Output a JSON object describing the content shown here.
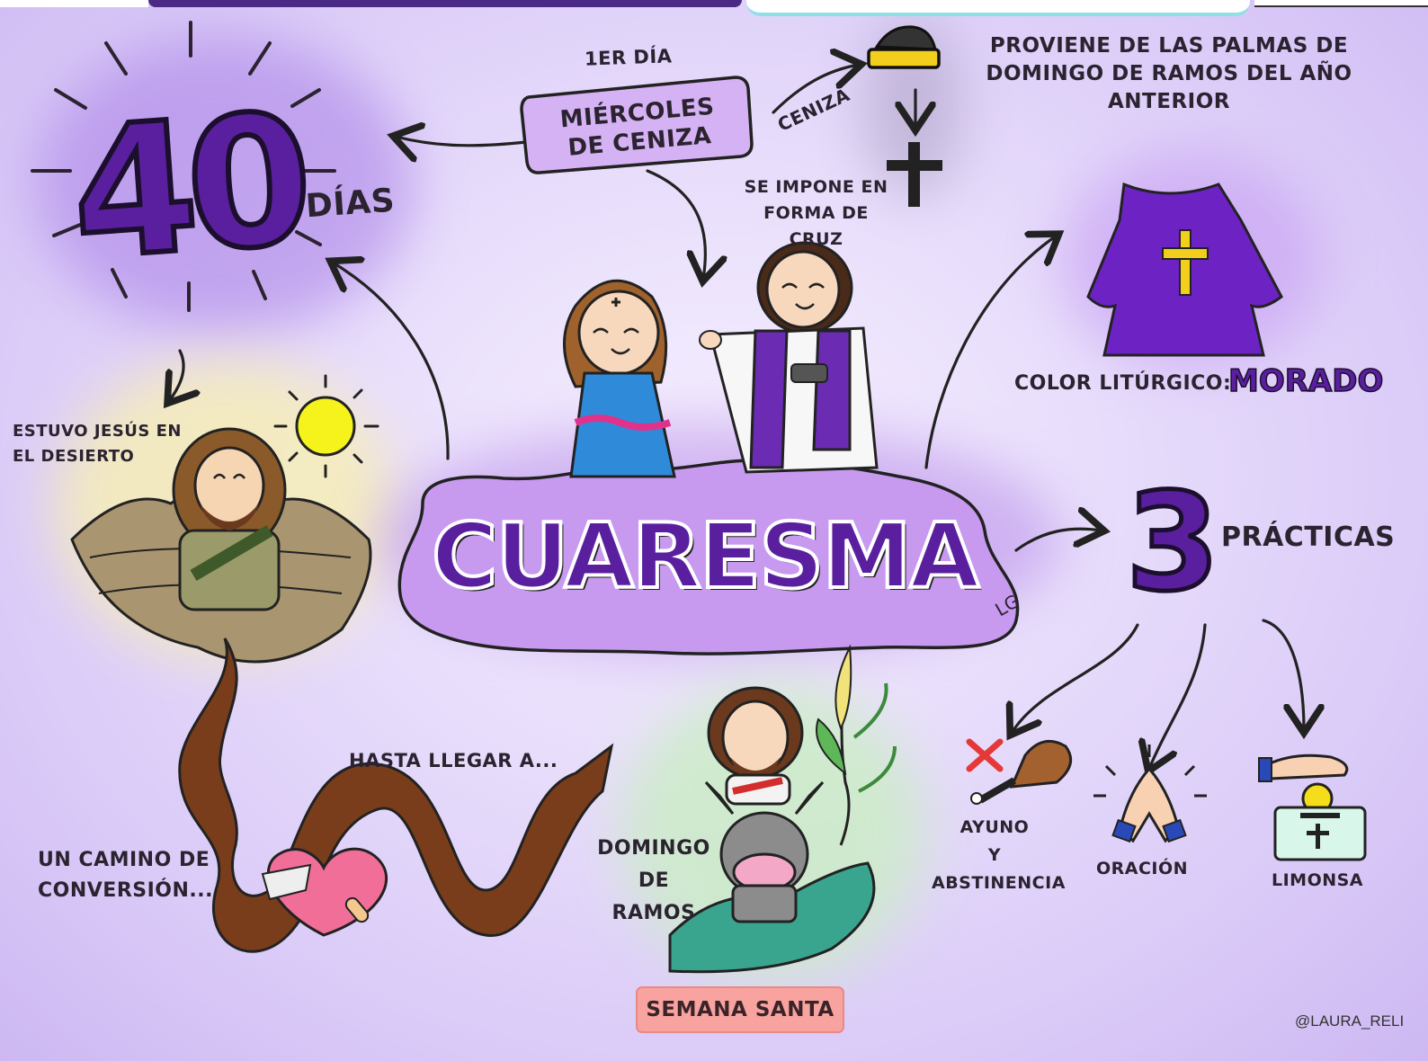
{
  "title": "CUARESMA",
  "first_day_label": "1er día",
  "first_day_box": "Miércoles de Ceniza",
  "ceniza_label": "Ceniza",
  "ashes_origin": "Proviene de las palmas de domingo de ramos del año anterior",
  "cross_imposed": "Se impone en forma de cruz",
  "forty_number": "40",
  "forty_days_label": "Días",
  "desert_label": "Estuvo Jesús en el desierto",
  "liturgical_color_label": "Color litúrgico:",
  "liturgical_color_value": "Morado",
  "practices_number": "3",
  "practices_label": "Prácticas",
  "practices": [
    {
      "label_line1": "Ayuno",
      "label_line2": "y",
      "label_line3": "abstinencia"
    },
    {
      "label_line1": "Oración"
    },
    {
      "label_line1": "Limonsa"
    }
  ],
  "path_label": "Un camino de conversión...",
  "until_label": "Hasta llegar a...",
  "palm_sunday_label": "Domingo de Ramos",
  "holy_week_label": "Semana Santa",
  "credit": "@LAURA_RELI",
  "signature": "LG",
  "colors": {
    "purple": "#5a1f9e",
    "purple_light": "#b98be8",
    "box_bg": "#d9b8f7",
    "holy_week_bg": "#f6a5a2",
    "brown": "#6b3a1e"
  },
  "icons": [
    "sun-icon",
    "cross-icon",
    "ash-bowl-icon",
    "chasuble-icon",
    "heart-icon",
    "drumstick-icon",
    "praying-hands-icon",
    "coin-box-icon",
    "donkey-icon",
    "palm-icon"
  ]
}
